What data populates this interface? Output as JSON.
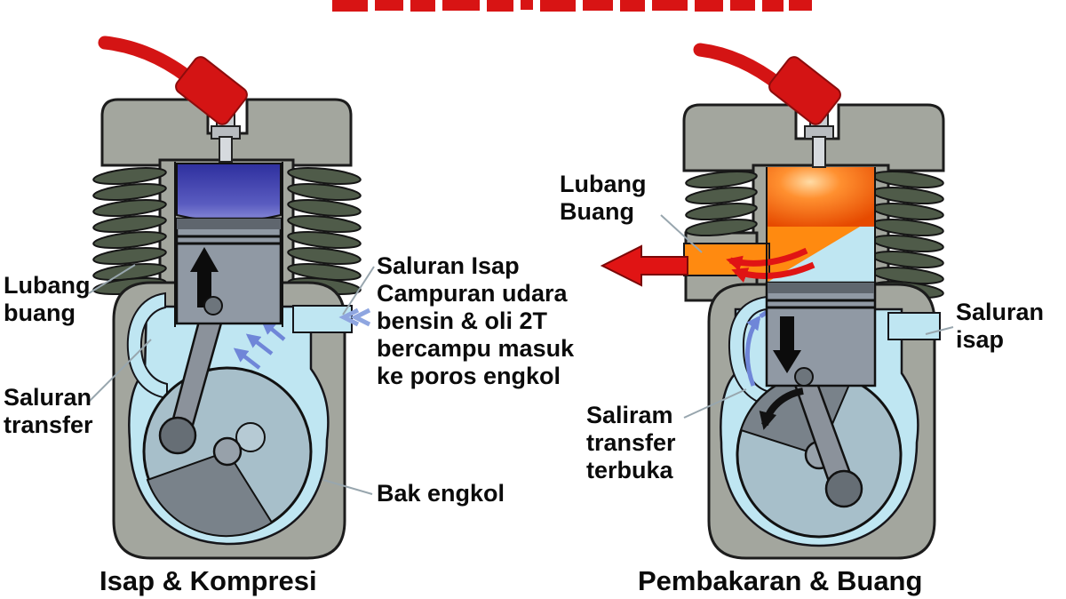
{
  "diagram": {
    "left": {
      "caption": "Isap & Kompresi",
      "labels": {
        "lubang_buang": "Lubang\nbuang",
        "saluran_transfer": "Saluran\ntransfer",
        "saluran_isap": "Saluran Isap\nCampuran udara\nbensin & oli 2T\nbercampu masuk\nke poros engkol",
        "bak_engkol": "Bak engkol"
      }
    },
    "right": {
      "caption": "Pembakaran & Buang",
      "labels": {
        "lubang_buang": "Lubang\nBuang",
        "saluran_isap": "Saluran\nisap",
        "saliran_transfer": "Saliram\ntransfer\nterbuka"
      }
    },
    "colors": {
      "red": "#d81414",
      "orange": "#ff7a00",
      "light_blue": "#bfe6f2",
      "arrow_blue": "#6f86d8",
      "engine_gray": "#a3a69e",
      "chamber_blue": "#3a3ca6",
      "spring_green": "#4f5b49"
    }
  }
}
